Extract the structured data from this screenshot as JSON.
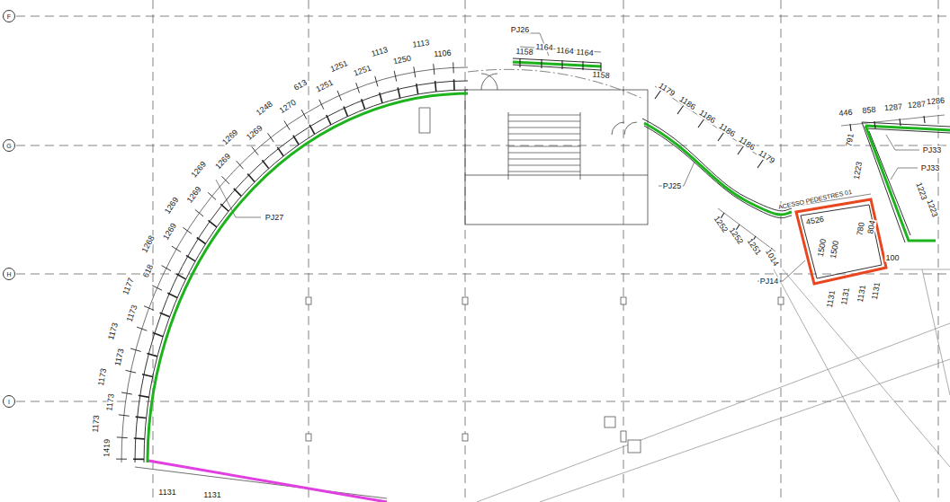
{
  "diagram": {
    "nodes": [
      {
        "text": [
          "F"
        ]
      },
      {
        "text": [
          "G"
        ]
      },
      {
        "text": [
          "H"
        ]
      },
      {
        "text": [
          "I"
        ]
      }
    ],
    "labels": [
      "1106",
      "1113",
      "1250",
      "1113",
      "1251",
      "1251",
      "1251",
      "613",
      "1270",
      "1248",
      "1269",
      "1269",
      "1269",
      "1269",
      "1269",
      "1269",
      "1269",
      "1268",
      "618",
      "1177",
      "1173",
      "1173",
      "1173",
      "1173",
      "1173",
      "1173",
      "1419",
      "PJ27",
      "PJ26",
      "1158",
      "1164",
      "1164",
      "1164",
      "1158",
      "PJ25",
      "1179",
      "1186",
      "1186",
      "1186",
      "1186",
      "1179",
      "1252",
      "1252",
      "1251",
      "1014",
      "ACESSO PEDESTRES 01",
      "4526",
      "1500",
      "1500",
      "780",
      "804",
      "100",
      "PJ14",
      "1131",
      "1131",
      "1131",
      "1131",
      "446",
      "858",
      "1287",
      "1287",
      "1286",
      "791",
      "1223",
      "PJ33",
      "PJ33",
      "1223",
      "1223",
      "1131",
      "1131"
    ]
  }
}
